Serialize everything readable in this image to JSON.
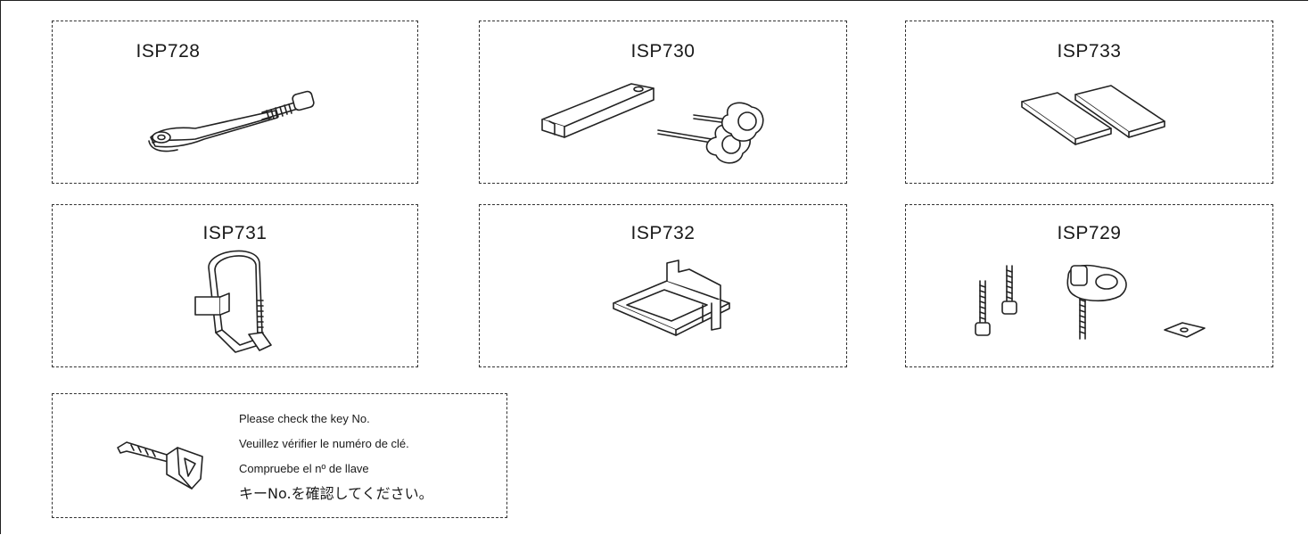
{
  "panels": {
    "p1": {
      "label": "ISP728"
    },
    "p2": {
      "label": "ISP730"
    },
    "p3": {
      "label": "ISP733"
    },
    "p4": {
      "label": "ISP731"
    },
    "p5": {
      "label": "ISP732"
    },
    "p6": {
      "label": "ISP729"
    }
  },
  "key_notice": {
    "lines": [
      "Please check the key No.",
      "Veuillez vérifier le numéro de clé.",
      "Compruebe el nº de llave",
      "キーNo.を確認してください。"
    ]
  },
  "icons": {
    "p1": "quick-release-lever-icon",
    "p2": "adapter-plate-with-knob-bolts-icon",
    "p3": "rubber-pads-icon",
    "p4": "strap-buckle-icon",
    "p5": "clip-bracket-icon",
    "p6": "bolts-clamp-washer-icon",
    "key": "key-icon"
  }
}
